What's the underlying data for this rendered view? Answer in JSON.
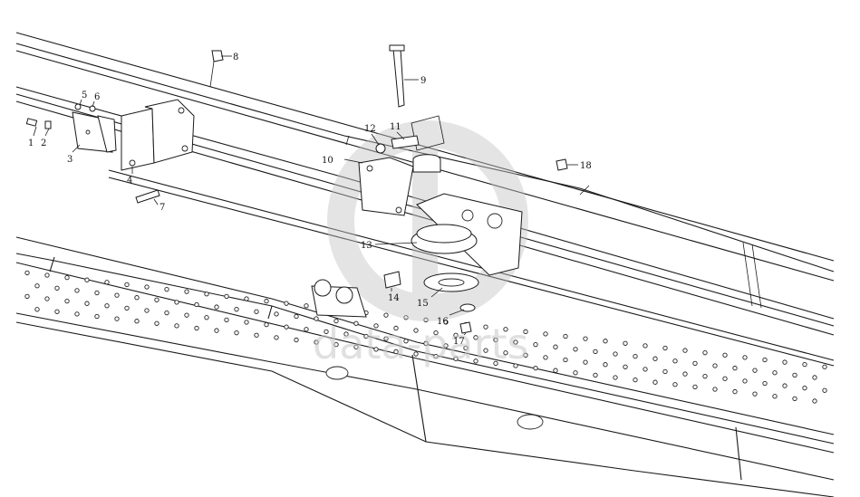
{
  "watermark": {
    "text": "data-parts",
    "color": "#c8c8c8"
  },
  "callouts": [
    {
      "id": "1",
      "label": "1"
    },
    {
      "id": "2",
      "label": "2"
    },
    {
      "id": "3",
      "label": "3"
    },
    {
      "id": "4",
      "label": "4"
    },
    {
      "id": "5",
      "label": "5"
    },
    {
      "id": "6",
      "label": "6"
    },
    {
      "id": "7",
      "label": "7"
    },
    {
      "id": "8",
      "label": "8"
    },
    {
      "id": "9",
      "label": "9"
    },
    {
      "id": "10",
      "label": "10"
    },
    {
      "id": "11",
      "label": "11"
    },
    {
      "id": "12",
      "label": "12"
    },
    {
      "id": "13",
      "label": "13"
    },
    {
      "id": "14",
      "label": "14"
    },
    {
      "id": "15",
      "label": "15"
    },
    {
      "id": "16",
      "label": "16"
    },
    {
      "id": "17",
      "label": "17"
    },
    {
      "id": "18",
      "label": "18"
    }
  ]
}
